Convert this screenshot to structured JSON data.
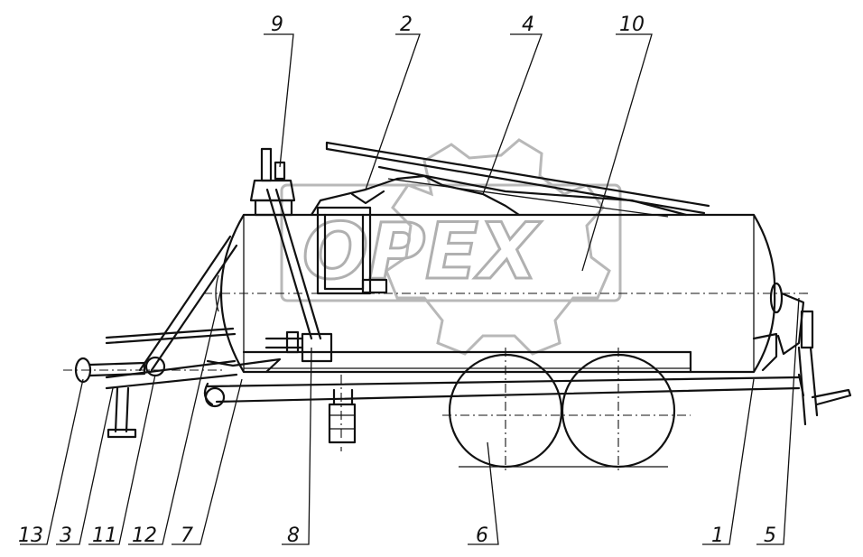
{
  "diagram": {
    "watermark": "OPEX",
    "callouts": [
      {
        "id": "c13",
        "label": "13"
      },
      {
        "id": "c3",
        "label": "3"
      },
      {
        "id": "c11",
        "label": "11"
      },
      {
        "id": "c12",
        "label": "12"
      },
      {
        "id": "c7",
        "label": "7"
      },
      {
        "id": "c8",
        "label": "8"
      },
      {
        "id": "c6",
        "label": "6"
      },
      {
        "id": "c1",
        "label": "1"
      },
      {
        "id": "c5",
        "label": "5"
      },
      {
        "id": "c9",
        "label": "9"
      },
      {
        "id": "c2",
        "label": "2"
      },
      {
        "id": "c4",
        "label": "4"
      },
      {
        "id": "c10",
        "label": "10"
      }
    ]
  }
}
